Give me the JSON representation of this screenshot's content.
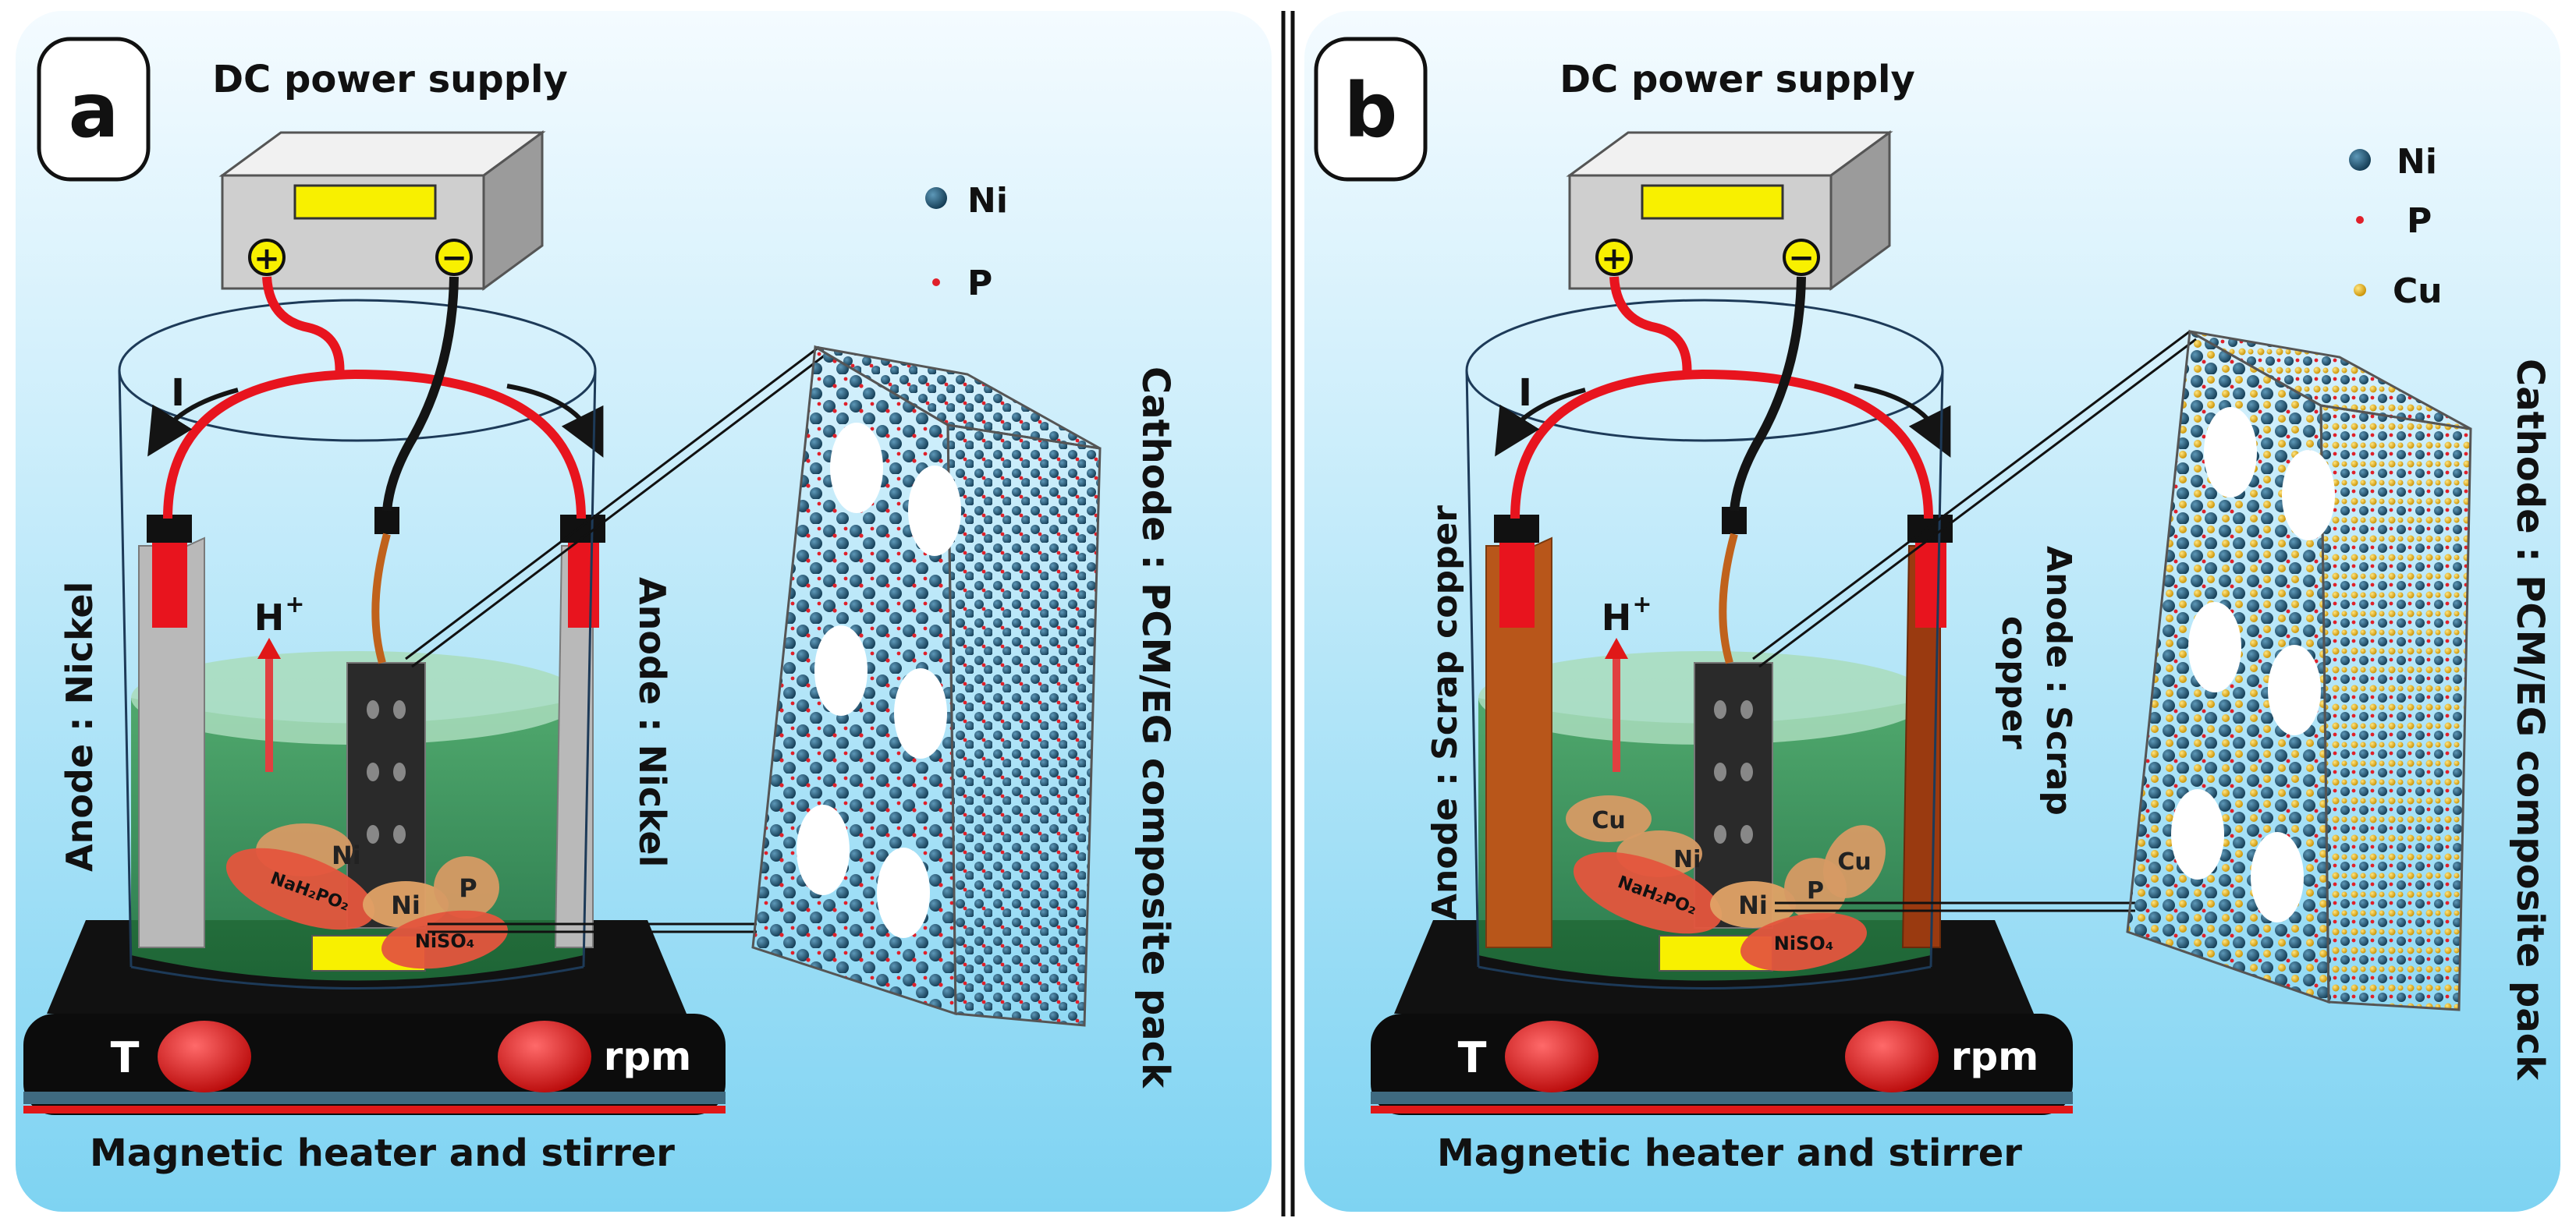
{
  "colors": {
    "background_top": "#ffffff",
    "background_bottom": "#7ed3f2",
    "nickel_atom": "#1c4f6a",
    "phosphorus_atom": "#e0202a",
    "copper_atom": "#f2c21a",
    "wire_positive": "#e8141e",
    "wire_negative": "#141414",
    "display": "#f8f000",
    "electrolyte": "#2e8a47",
    "knob": "#e01818",
    "copper_anode": "#b8561a"
  },
  "panels": [
    {
      "panel_label": "a",
      "power_supply_label": "DC power supply",
      "positive_terminal": "+",
      "negative_terminal": "−",
      "current_label": "I",
      "proton_label": "H",
      "proton_charge": "+",
      "anode_left_label": "Anode : Nickel",
      "anode_right_label": "Anode : Nickel",
      "cathode_label": "Cathode : PCM/EG composite pack",
      "stirrer_label": "Magnetic heater and stirrer",
      "temperature_knob_label": "T",
      "speed_knob_label": "rpm",
      "legend": [
        {
          "symbol": "nickel-atom",
          "label": "Ni"
        },
        {
          "symbol": "phosphorus-atom",
          "label": "P"
        }
      ],
      "bath_species": [
        {
          "label": "Ni"
        },
        {
          "label": "NaH₂PO₂"
        },
        {
          "label": "Ni"
        },
        {
          "label": "P"
        },
        {
          "label": "NiSO₄"
        }
      ]
    },
    {
      "panel_label": "b",
      "power_supply_label": "DC power supply",
      "positive_terminal": "+",
      "negative_terminal": "−",
      "current_label": "I",
      "proton_label": "H",
      "proton_charge": "+",
      "anode_left_label": "Anode :  Scrap copper",
      "anode_right_label_line1": "Anode : Scrap",
      "anode_right_label_line2": "copper",
      "cathode_label": "Cathode : PCM/EG composite pack",
      "stirrer_label": "Magnetic heater and stirrer",
      "temperature_knob_label": "T",
      "speed_knob_label": "rpm",
      "legend": [
        {
          "symbol": "nickel-atom",
          "label": "Ni"
        },
        {
          "symbol": "phosphorus-atom",
          "label": "P"
        },
        {
          "symbol": "copper-atom",
          "label": "Cu"
        }
      ],
      "bath_species": [
        {
          "label": "Cu"
        },
        {
          "label": "Ni"
        },
        {
          "label": "NaH₂PO₂"
        },
        {
          "label": "Ni"
        },
        {
          "label": "P"
        },
        {
          "label": "Cu"
        },
        {
          "label": "NiSO₄"
        }
      ]
    }
  ]
}
